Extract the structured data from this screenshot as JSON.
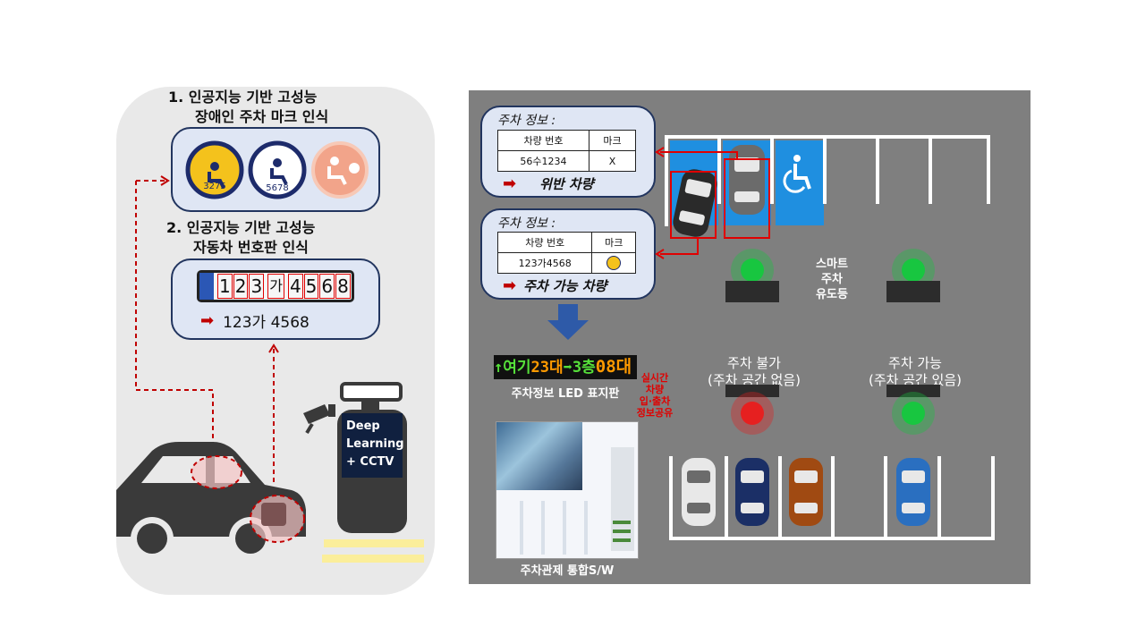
{
  "left": {
    "step1_title_line1": "1.  인공지능 기반 고성능",
    "step1_title_line2": "장애인 주차 마크 인식",
    "mark_numbers": [
      "3275",
      "5678",
      ""
    ],
    "step2_title_line1": "2. 인공지능 기반 고성능",
    "step2_title_line2": "자동차 번호판 인식",
    "plate_chars": [
      "1",
      "2",
      "3",
      "가",
      "4",
      "5",
      "6",
      "8"
    ],
    "plate_result": "123가 4568",
    "kiosk_label_line1": "Deep",
    "kiosk_label_line2": "Learning",
    "kiosk_label_line3": "+ CCTV"
  },
  "info1": {
    "title": "주차 정보 :",
    "col1": "차량 번호",
    "col2": "마크",
    "plate": "56수1234",
    "mark": "X",
    "result": "위반 차량"
  },
  "info2": {
    "title": "주차 정보 :",
    "col1": "차량 번호",
    "col2": "마크",
    "plate": "123가4568",
    "mark": "",
    "result": "주차 가능 차량"
  },
  "led_board": {
    "text_green1": "↑여기",
    "text_orange1": "23대",
    "text_green2": "➡3층",
    "text_orange2": "08대",
    "label": "주차정보 LED 표지판"
  },
  "realtime": {
    "line1": "실시간",
    "line2": "차량",
    "line3": "입·출차",
    "line4": "정보공유"
  },
  "software": {
    "label": "주차관제 통합S/W"
  },
  "guide_light": {
    "line1": "스마트",
    "line2": "주차",
    "line3": "유도등"
  },
  "status": {
    "unavailable_line1": "주차 불가",
    "unavailable_line2": "(주차 공간 없음)",
    "available_line1": "주차 가능",
    "available_line2": "(주차 공간 있음)"
  },
  "colors": {
    "accessible_blue": "#1f8fe0",
    "arrow_red": "#c00000",
    "light_green": "#18c640",
    "light_red": "#e62020",
    "bubble_fill": "#dfe6f4",
    "bubble_border": "#22355f"
  }
}
